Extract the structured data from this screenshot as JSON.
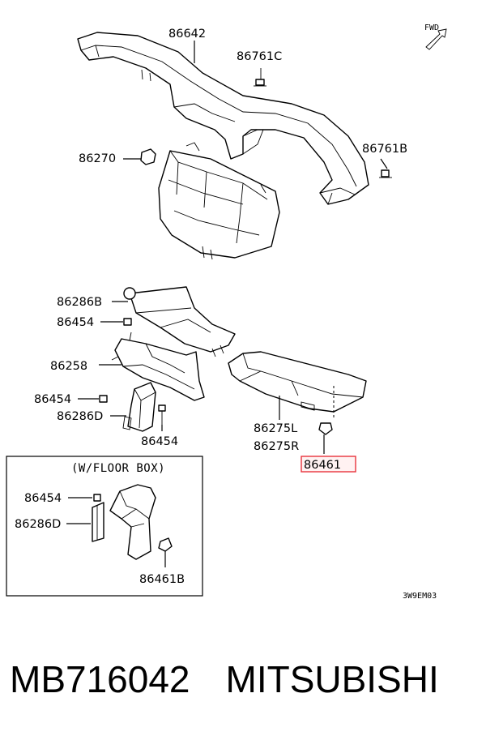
{
  "diagram": {
    "labels": {
      "p86642": "86642",
      "p86761C": "86761C",
      "p86761B": "86761B",
      "p86270": "86270",
      "p86286B": "86286B",
      "p86454_a": "86454",
      "p86258": "86258",
      "p86454_b": "86454",
      "p86286D": "86286D",
      "p86454_c": "86454",
      "p86275L": "86275L",
      "p86275R": "86275R",
      "p86461": "86461",
      "p86454_d": "86454",
      "p86286D_b": "86286D",
      "p86461B": "86461B"
    },
    "fwd_label": "FWD",
    "floor_box_title": "(W/FLOOR BOX)",
    "drawing_code": "3W9EM03",
    "highlight_color": "#e8323c"
  },
  "caption": {
    "part_number": "MB716042",
    "brand": "MITSUBISHI"
  }
}
